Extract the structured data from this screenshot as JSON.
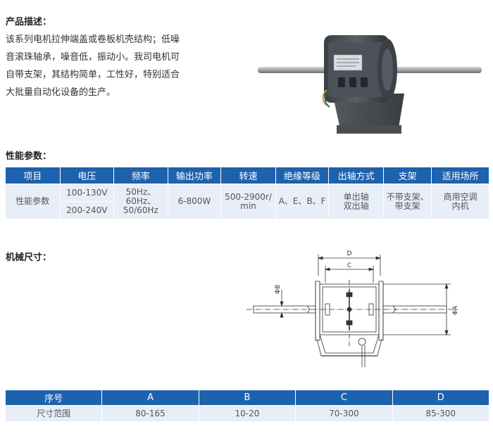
{
  "product": {
    "heading": "产品描述：",
    "lines": [
      "该系列电机拉伸端盖或卷板机壳结构；低噪",
      "音滚珠轴承，噪音低，振动小。我司电机可",
      "自带支架，其结构简单，工性好，特别适合",
      "大批量自动化设备的生产。"
    ]
  },
  "performance": {
    "heading": "性能参数：",
    "headers": [
      "项目",
      "电压",
      "频率",
      "输出功率",
      "转速",
      "绝缘等级",
      "出轴方式",
      "支架",
      "适用场所"
    ],
    "row_label": "性能参数",
    "voltage": [
      "100-130V",
      "200-240V"
    ],
    "frequency": [
      "50Hz、",
      "60Hz、",
      "50/60Hz"
    ],
    "power": "6-800W",
    "speed": [
      "500-2900r/",
      "min"
    ],
    "insulation": "A、E、B、F",
    "shaft": [
      "单出轴",
      "双出轴"
    ],
    "bracket": [
      "不带支架、",
      "带支架"
    ],
    "application": [
      "商用空调",
      "内机"
    ]
  },
  "mechanical": {
    "heading": "机械尺寸：",
    "drawing_labels": {
      "D": "D",
      "C": "C",
      "B": "ΦB",
      "A": "ΦA"
    }
  },
  "dimensions": {
    "headers": [
      "序号",
      "A",
      "B",
      "C",
      "D"
    ],
    "row_label": "尺寸范围",
    "values": [
      "80-165",
      "10-20",
      "70-300",
      "85-300"
    ]
  }
}
